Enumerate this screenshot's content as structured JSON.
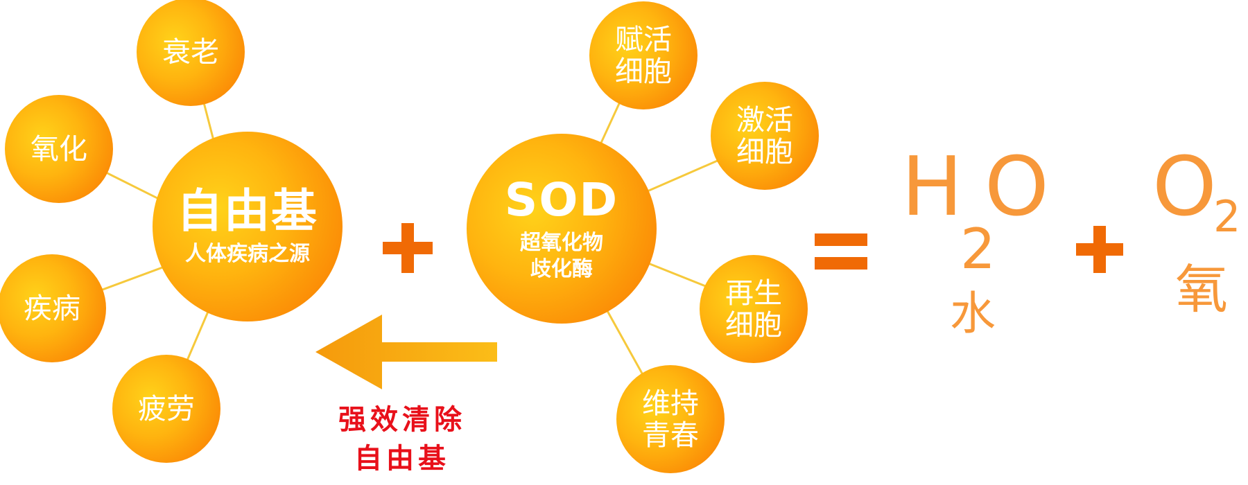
{
  "free_radical": {
    "title": "自由基",
    "subtitle": "人体疾病之源",
    "effects": [
      "衰老",
      "氧化",
      "疾病",
      "疲劳"
    ]
  },
  "sod": {
    "title": "SOD",
    "subtitle_line1": "超氧化物",
    "subtitle_line2": "歧化酶",
    "benefits": [
      {
        "line1": "赋活",
        "line2": "细胞"
      },
      {
        "line1": "激活",
        "line2": "细胞"
      },
      {
        "line1": "再生",
        "line2": "细胞"
      },
      {
        "line1": "维持",
        "line2": "青春"
      }
    ]
  },
  "arrow_caption": {
    "line1": "强效清除",
    "line2": "自由基"
  },
  "equation": {
    "water_formula_main": "H",
    "water_formula_o": "O",
    "water_formula_sub": "2",
    "water_label": "水",
    "oxygen_formula_main": "O",
    "oxygen_formula_sub": "2",
    "oxygen_label": "氧"
  },
  "colors": {
    "circle_light": "#ffd21a",
    "circle_dark": "#f47a02",
    "operator": "#f06a05",
    "formula": "#f7983a",
    "caption_red": "#e8101a",
    "arrow": "#f7a012"
  }
}
